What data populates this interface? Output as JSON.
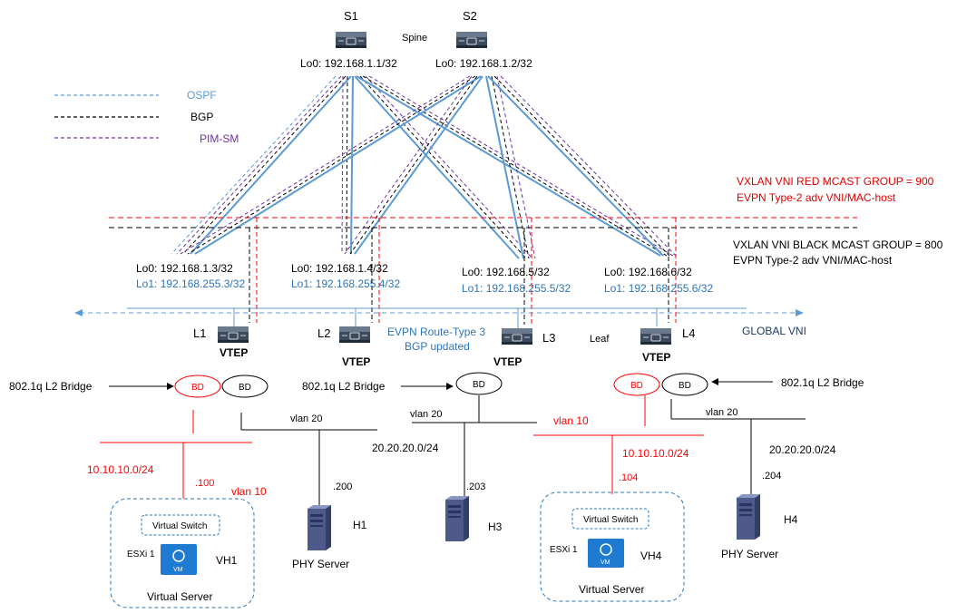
{
  "spines": [
    {
      "name": "S1",
      "lo0": "Lo0: 192.168.1.1/32"
    },
    {
      "name": "S2",
      "lo0": "Lo0: 192.168.1.2/32"
    }
  ],
  "spine_label": "Spine",
  "leaf_label": "Leaf",
  "legend": [
    {
      "label": "OSPF",
      "color": "#2e75b6"
    },
    {
      "label": "BGP",
      "color": "#000000"
    },
    {
      "label": "PIM-SM",
      "color": "#7030a0"
    }
  ],
  "red_group": {
    "line1": "VXLAN VNI RED MCAST GROUP = 900",
    "line2": "EVPN Type-2 adv VNI/MAC-host",
    "color": "#e00000"
  },
  "black_group": {
    "line1": "VXLAN VNI BLACK MCAST GROUP = 800",
    "line2": "EVPN Type-2 adv VNI/MAC-host"
  },
  "leaves": [
    {
      "name": "L1",
      "lo0": "Lo0: 192.168.1.3/32",
      "lo1": "Lo1: 192.168.255.3/32",
      "vtep": "VTEP"
    },
    {
      "name": "L2",
      "lo0": "Lo0: 192.168.1.4/32",
      "lo1": "Lo1: 192.168.255.4/32",
      "vtep": "VTEP"
    },
    {
      "name": "L3",
      "lo0": "Lo0: 192.168.5/32",
      "lo1": "Lo1: 192.168.255.5/32",
      "vtep": "VTEP"
    },
    {
      "name": "L4",
      "lo0": "Lo0: 192.168.6/32",
      "lo1": "Lo1: 192.168.255.6/32",
      "vtep": "VTEP"
    }
  ],
  "global_vni": "GLOBAL VNI",
  "evpn_note": {
    "line1": "EVPN Route-Type 3",
    "line2": "BGP updated"
  },
  "bridge_label": "802.1q L2 Bridge",
  "bd_label": "BD",
  "vlan10": "vlan 10",
  "vlan20": "vlan 20",
  "subnet_red": "10.10.10.0/24",
  "subnet_black": "20.20.20.0/24",
  "host_ips": {
    "vh1": ".100",
    "h1": ".200",
    "h3": ".203",
    "vh4": ".104",
    "h4": ".204"
  },
  "hosts": {
    "h1": "H1",
    "h3": "H3",
    "h4": "H4",
    "vh1": "VH1",
    "vh4": "VH4"
  },
  "phy_server": "PHY Server",
  "virtual_server": "Virtual Server",
  "virtual_switch": "Virtual Switch",
  "esxi": "ESXi 1",
  "vm_label": "VM",
  "colors": {
    "ospf": "#5b9bd5",
    "bgp": "#000000",
    "pim": "#7030a0",
    "red": "#ff0000",
    "blue_text": "#2e75b6",
    "switch": "#2b3a4a"
  }
}
